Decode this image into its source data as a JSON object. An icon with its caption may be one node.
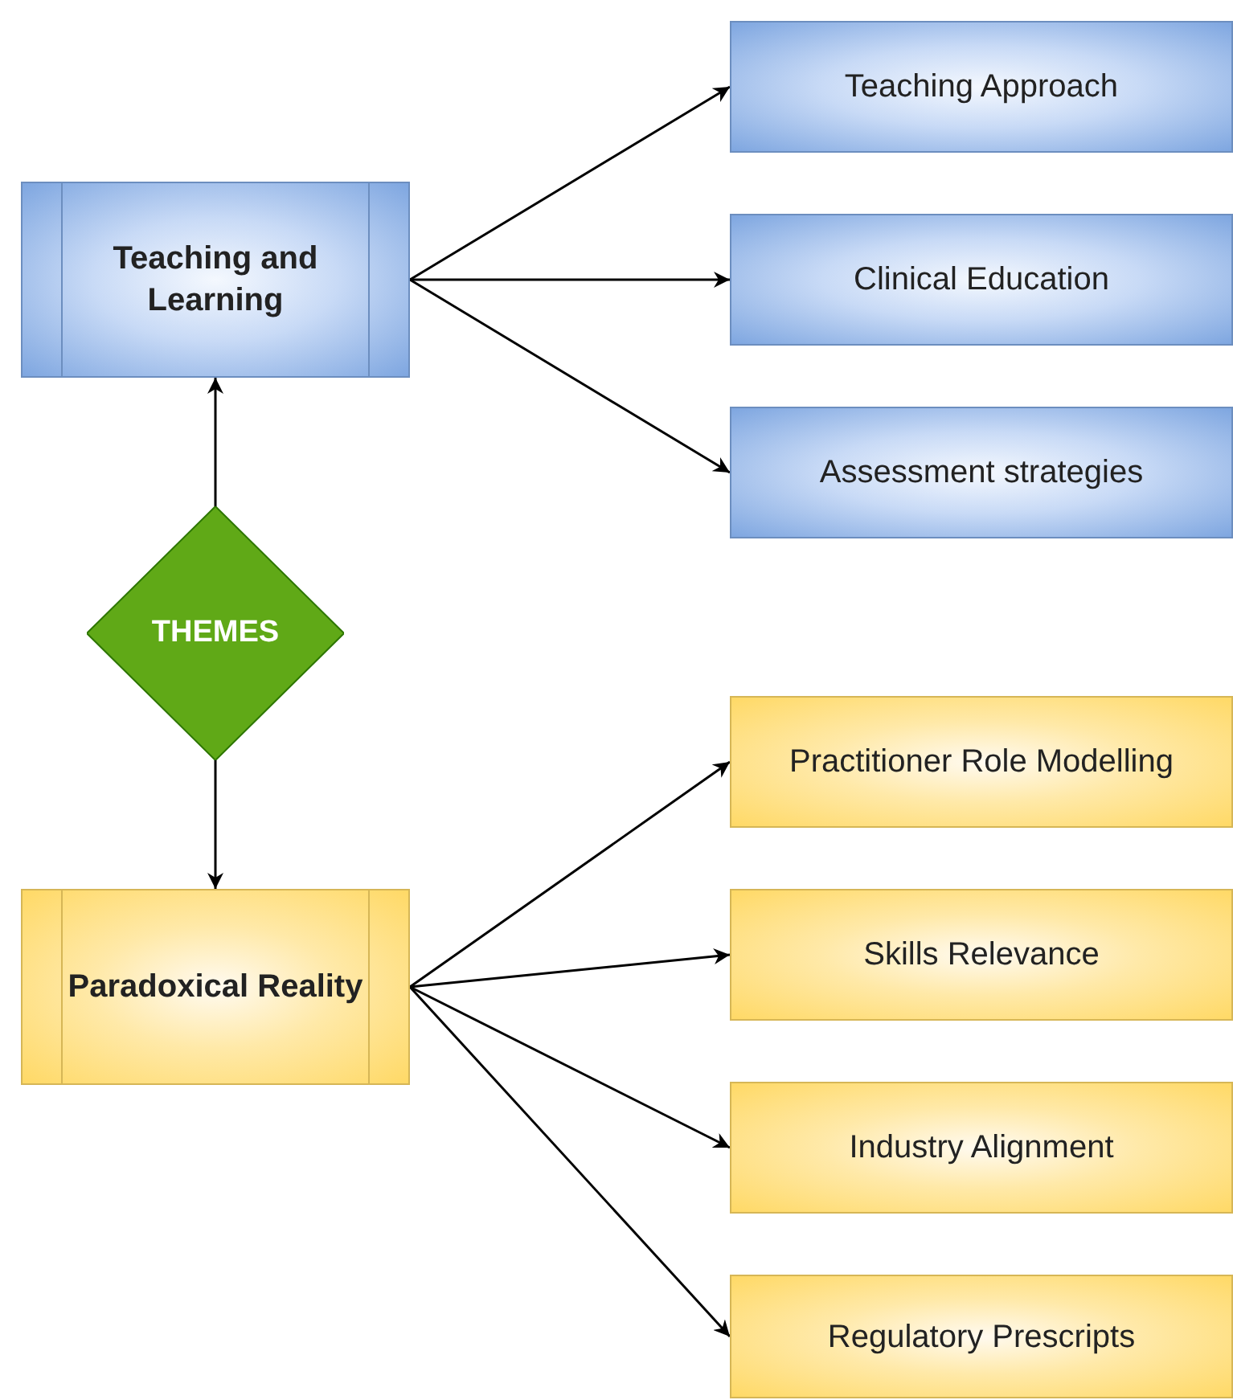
{
  "diagram": {
    "nodes": [
      {
        "text": [
          "Teaching and Learning"
        ]
      },
      {
        "text": [
          "Teaching Approach"
        ]
      },
      {
        "text": [
          "Clinical Education"
        ]
      },
      {
        "text": [
          "Assessment strategies"
        ]
      },
      {
        "text": [
          "THEMES"
        ]
      },
      {
        "text": [
          "Paradoxical Reality"
        ]
      },
      {
        "text": [
          "Practitioner Role Modelling"
        ]
      },
      {
        "text": [
          "Skills Relevance"
        ]
      },
      {
        "text": [
          "Industry Alignment"
        ]
      },
      {
        "text": [
          "Regulatory Prescripts"
        ]
      }
    ],
    "edges": [
      {
        "from": 4,
        "to": 0,
        "arrow": "to"
      },
      {
        "from": 4,
        "to": 5,
        "arrow": "to"
      },
      {
        "from": 0,
        "to": 1,
        "arrow": "to"
      },
      {
        "from": 0,
        "to": 2,
        "arrow": "to"
      },
      {
        "from": 0,
        "to": 3,
        "arrow": "to"
      },
      {
        "from": 5,
        "to": 6,
        "arrow": "to"
      },
      {
        "from": 5,
        "to": 7,
        "arrow": "to"
      },
      {
        "from": 5,
        "to": 8,
        "arrow": "to"
      },
      {
        "from": 5,
        "to": 9,
        "arrow": "to"
      }
    ]
  }
}
